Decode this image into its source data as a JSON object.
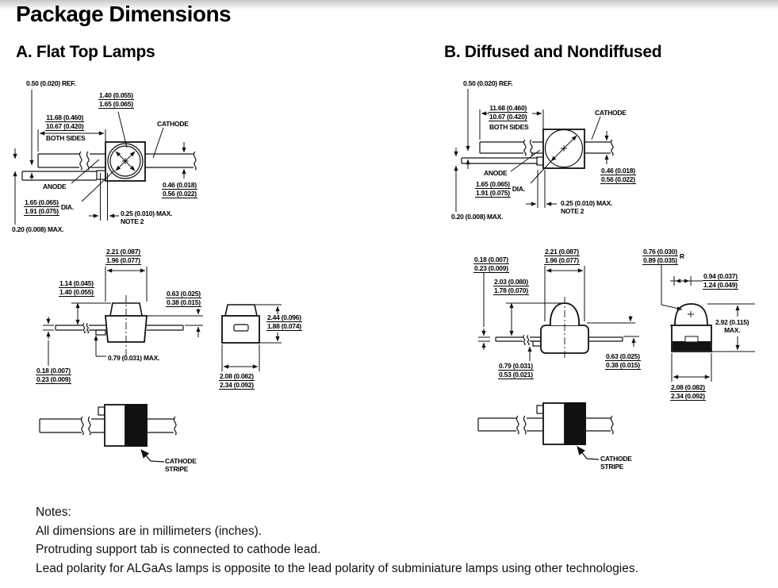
{
  "page": {
    "title": "Package Dimensions"
  },
  "section_a": {
    "title": "A. Flat Top Lamps",
    "top_view": {
      "lead_ref": "0.50 (0.020) REF.",
      "pad_w_min": "1.40 (0.055)",
      "pad_w_max": "1.65 (0.065)",
      "lead_len_max": "11.68 (0.460)",
      "lead_len_min": "10.67 (0.420)",
      "both_sides": "BOTH SIDES",
      "cathode": "CATHODE",
      "anode": "ANODE",
      "lead_w_min": "0.46 (0.018)",
      "lead_w_max": "0.56 (0.022)",
      "dia_min": "1.65 (0.065)",
      "dia_max": "1.91 (0.075)",
      "dia": "DIA.",
      "tab_max": "0.25 (0.010) MAX.",
      "tab_note": "NOTE 2",
      "offset_max": "0.20 (0.008) MAX."
    },
    "side_view": {
      "body_w_max": "2.21 (0.087)",
      "body_w_min": "1.96 (0.077)",
      "top_h_min": "1.14 (0.045)",
      "top_h_max": "1.40 (0.055)",
      "lead_pos_max": "0.63 (0.025)",
      "lead_pos_min": "0.38 (0.015)",
      "tab_max": "0.79 (0.031) MAX.",
      "lead_t_min": "0.18 (0.007)",
      "lead_t_max": "0.23 (0.009)"
    },
    "end_view": {
      "body_h_max": "2.44 (0.096)",
      "body_h_min": "1.88 (0.074)",
      "body_d_min": "2.08 (0.082)",
      "body_d_max": "2.34 (0.092)"
    },
    "bottom_view": {
      "cathode": "CATHODE",
      "stripe": "STRIPE"
    }
  },
  "section_b": {
    "title": "B. Diffused and Nondiffused",
    "top_view": {
      "lead_ref": "0.50 (0.020) REF.",
      "lead_len_max": "11.68 (0.460)",
      "lead_len_min": "10.67 (0.420)",
      "both_sides": "BOTH SIDES",
      "cathode": "CATHODE",
      "anode": "ANODE",
      "lead_w_min": "0.46 (0.018)",
      "lead_w_max": "0.56 (0.022)",
      "dia_min": "1.65 (0.065)",
      "dia_max": "1.91 (0.075)",
      "dia": "DIA.",
      "tab_max": "0.25 (0.010) MAX.",
      "tab_note": "NOTE 2",
      "offset_max": "0.20 (0.008) MAX."
    },
    "side_view": {
      "lead_t_min": "0.18 (0.007)",
      "lead_t_max": "0.23 (0.009)",
      "body_w_max": "2.21 (0.087)",
      "body_w_min": "1.96 (0.077)",
      "dome_h_max": "2.03 (0.080)",
      "dome_h_min": "1.78 (0.070)",
      "tab_max": "0.79 (0.031)",
      "tab_min": "0.53 (0.021)",
      "lead_pos_max": "0.63 (0.025)",
      "lead_pos_min": "0.38 (0.015)"
    },
    "end_view": {
      "r_min": "0.76 (0.030)",
      "r_max": "0.89 (0.035)",
      "r": "R",
      "ctr_min": "0.94 (0.037)",
      "ctr_max": "1.24 (0.049)",
      "h_val": "2.92 (0.115)",
      "h_max": "MAX.",
      "body_d_min": "2.08 (0.082)",
      "body_d_max": "2.34 (0.092)"
    },
    "bottom_view": {
      "cathode": "CATHODE",
      "stripe": "STRIPE"
    }
  },
  "notes": {
    "heading": "Notes:",
    "items": [
      "All dimensions are in millimeters (inches).",
      "Protruding support tab is connected to cathode lead.",
      "Lead polarity for ALGaAs lamps is opposite to the lead polarity of subminiature lamps using other technologies."
    ]
  }
}
